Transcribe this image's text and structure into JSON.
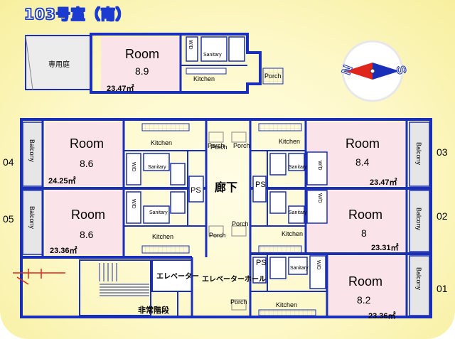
{
  "title": "103号室（南）",
  "units": {
    "top": {
      "room_label": "Room",
      "size": "8.9",
      "area": "23.47㎡",
      "garden": "専用庭",
      "kitchen": "Kitchen",
      "porch": "Porch",
      "sanitary": "Sanitary",
      "wd": "W/D"
    },
    "u04": {
      "number": "04",
      "room_label": "Room",
      "size": "8.6",
      "area": "24.25㎡",
      "balcony": "Balcony",
      "kitchen": "Kitchen",
      "porch": "Porch",
      "sanitary": "Sanitary",
      "wd": "W/D"
    },
    "u05": {
      "number": "05",
      "room_label": "Room",
      "size": "8.6",
      "area": "23.36㎡",
      "balcony": "Balcony",
      "kitchen": "Kitchen",
      "porch": "Porch",
      "sanitary": "Sanitary",
      "wd": "W/D"
    },
    "u03": {
      "number": "03",
      "room_label": "Room",
      "size": "8.4",
      "area": "23.47㎡",
      "balcony": "Balcony",
      "kitchen": "Kitchen",
      "porch": "Porch",
      "sanitary": "Sanitary",
      "wd": "W/D"
    },
    "u02": {
      "number": "02",
      "room_label": "Room",
      "size": "8",
      "area": "23.31㎡",
      "balcony": "Balcony",
      "kitchen": "Kitchen",
      "porch": "Porch",
      "sanitary": "Sanitary",
      "wd": "W/D"
    },
    "u01": {
      "number": "01",
      "room_label": "Room",
      "size": "8.2",
      "area": "23.36㎡",
      "balcony": "Balcony",
      "kitchen": "Kitchen",
      "porch": "Porch",
      "sanitary": "Sanitary",
      "wd": "W/D"
    }
  },
  "common": {
    "corridor": "廊下",
    "elevator": "エレベーター",
    "elevator_hall": "エレベーターホール",
    "emergency_stairs": "非常階段",
    "ps": "PS",
    "porch": "Porch"
  },
  "compass": {
    "north": "N",
    "south": "S"
  },
  "colors": {
    "wall": "#1a2fb8",
    "room_fill": "#fbe3ea",
    "balcony_fill": "#e6e6e6",
    "garden_fill": "#eaeaea",
    "title": "#1a3ad0",
    "arrow_red": "#e0261a",
    "arrow_blue": "#1a2fb8"
  }
}
